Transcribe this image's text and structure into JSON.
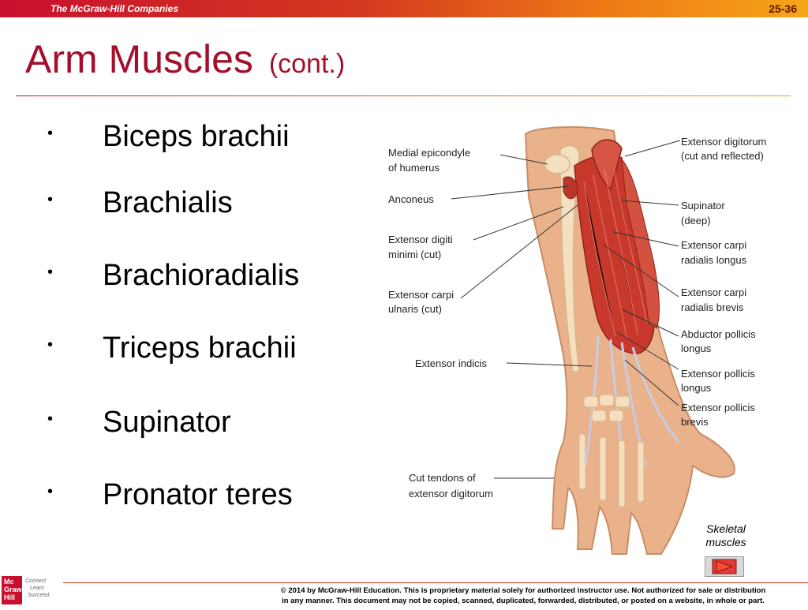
{
  "header": {
    "brand": "The McGraw-Hill Companies",
    "slide_number": "25-36"
  },
  "slide": {
    "title": "Arm Muscles",
    "subtitle": "(cont.)"
  },
  "bullets": [
    "Biceps brachii",
    "Brachialis",
    "Brachioradialis",
    "Triceps brachii",
    "Supinator",
    "Pronator teres"
  ],
  "figure": {
    "labels_left": [
      {
        "lines": [
          "Medial epicondyle",
          "of humerus"
        ]
      },
      {
        "lines": [
          "Anconeus"
        ]
      },
      {
        "lines": [
          "Extensor digiti",
          "minimi (cut)"
        ]
      },
      {
        "lines": [
          "Extensor carpi",
          "ulnaris (cut)"
        ]
      },
      {
        "lines": [
          "Extensor indicis"
        ]
      },
      {
        "lines": [
          "Cut tendons of",
          "extensor digitorum"
        ]
      }
    ],
    "labels_right": [
      {
        "lines": [
          "Extensor digitorum",
          "(cut and reflected)"
        ]
      },
      {
        "lines": [
          "Supinator",
          "(deep)"
        ]
      },
      {
        "lines": [
          "Extensor carpi",
          "radialis longus"
        ]
      },
      {
        "lines": [
          "Extensor carpi",
          "radialis brevis"
        ]
      },
      {
        "lines": [
          "Abductor pollicis",
          "longus"
        ]
      },
      {
        "lines": [
          "Extensor pollicis",
          "longus"
        ]
      },
      {
        "lines": [
          "Extensor pollicis",
          "brevis"
        ]
      }
    ]
  },
  "caption": {
    "line1": "Skeletal",
    "line2": "muscles"
  },
  "footer": {
    "logo": [
      "Mc",
      "Graw",
      "Hill"
    ],
    "tagline": [
      "Connect",
      "Learn",
      "Succeed"
    ],
    "copyright_line1": "© 2014 by McGraw-Hill Education.  This is proprietary material solely for authorized instructor use. Not authorized for sale or distribution",
    "copyright_line2": "in any manner.  This document may not be copied, scanned, duplicated, forwarded, distributed, or posted on a website, in whole or part."
  },
  "colors": {
    "title": "#a3102c",
    "muscle": "#c8392b",
    "skin": "#e8b48c",
    "accent": "#c8102e"
  }
}
